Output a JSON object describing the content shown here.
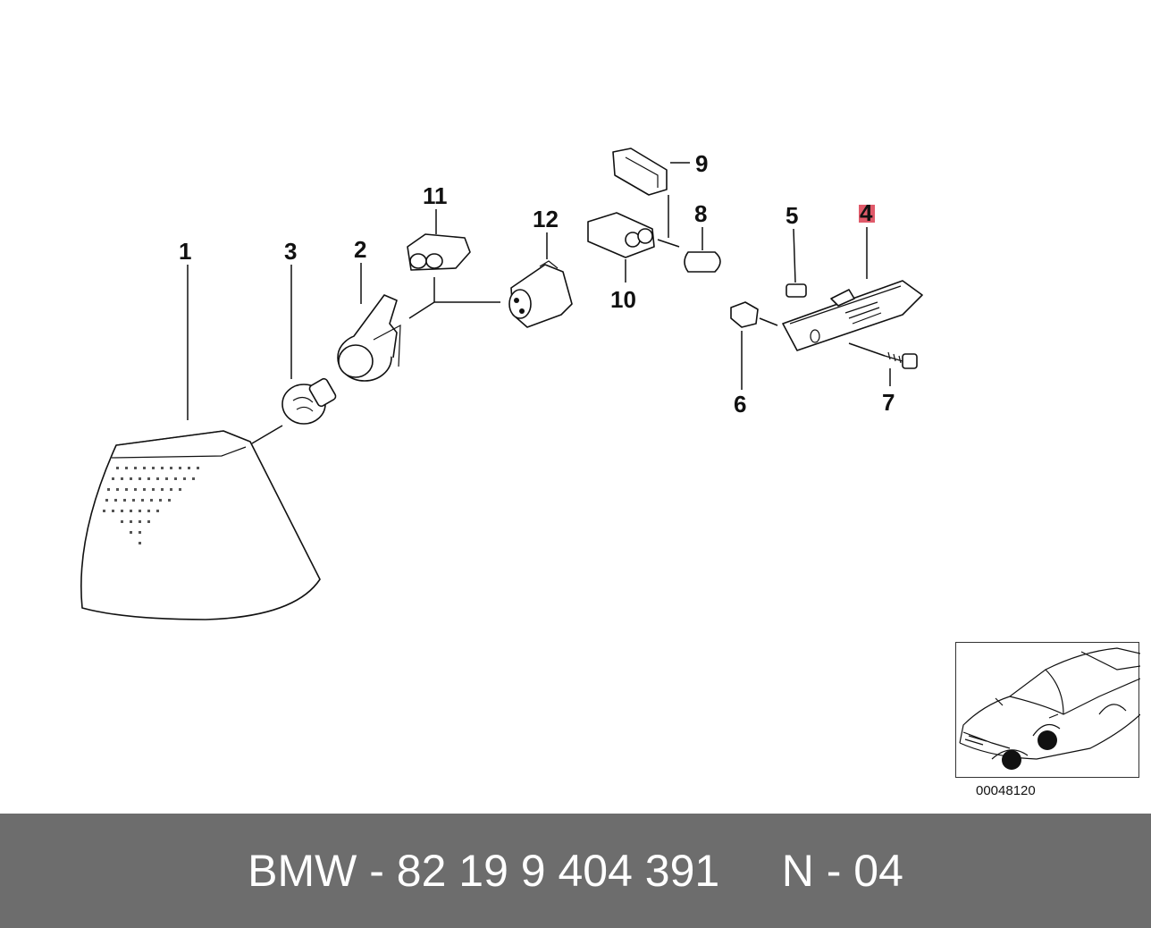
{
  "diagram": {
    "callouts": [
      {
        "id": "1",
        "label": "1"
      },
      {
        "id": "2",
        "label": "2"
      },
      {
        "id": "3",
        "label": "3"
      },
      {
        "id": "4",
        "label": "4",
        "highlighted": true
      },
      {
        "id": "5",
        "label": "5"
      },
      {
        "id": "6",
        "label": "6"
      },
      {
        "id": "7",
        "label": "7"
      },
      {
        "id": "8",
        "label": "8"
      },
      {
        "id": "9",
        "label": "9"
      },
      {
        "id": "10",
        "label": "10"
      },
      {
        "id": "11",
        "label": "11"
      },
      {
        "id": "12",
        "label": "12"
      }
    ],
    "highlight_color": "#e05a6a",
    "drawing_number": "00048120"
  },
  "footer": {
    "brand": "BMW",
    "separator": "-",
    "part_number": "82 19 9 404 391",
    "position_prefix": "N",
    "position_separator": "-",
    "position_number": "04",
    "background_color": "#6d6d6d"
  }
}
